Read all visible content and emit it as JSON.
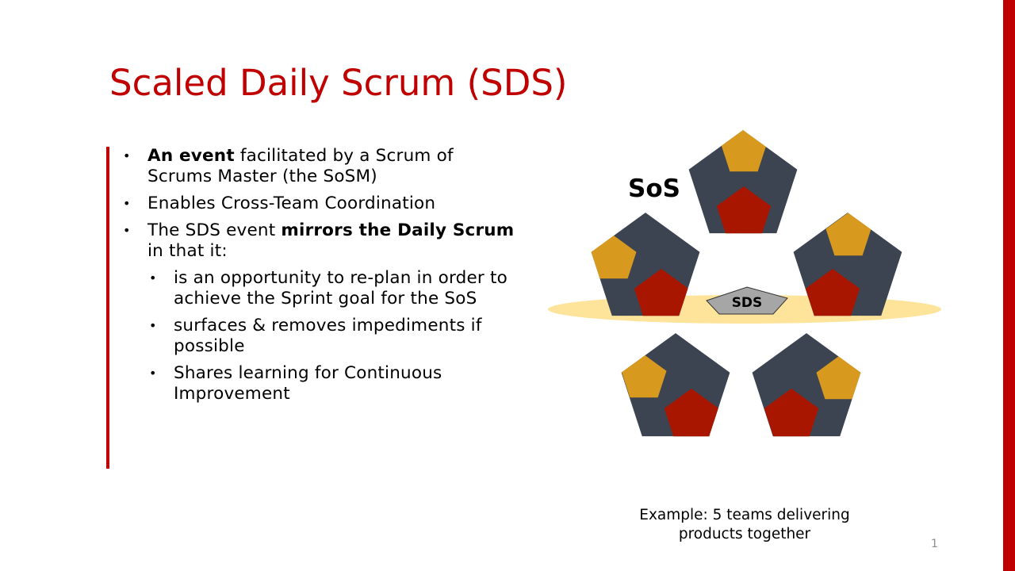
{
  "title": "Scaled Daily Scrum (SDS)",
  "bullets": [
    {
      "bold": "An event",
      "rest": " facilitated by a Scrum of Scrums Master (the SoSM)"
    },
    {
      "text": "Enables Cross-Team Coordination"
    },
    {
      "pre": "The SDS event ",
      "bold": "mirrors the Daily Scrum",
      "rest": " in that it:"
    }
  ],
  "sub_bullets": [
    "is an opportunity to re-plan in order to achieve the Sprint goal for the SoS",
    "surfaces & removes impediments if possible",
    "Shares learning for Continuous Improvement"
  ],
  "diagram": {
    "sos_label": "SoS",
    "sds_label": "SDS",
    "team_count": 5,
    "colors": {
      "team": "#3d4451",
      "orange": "#d89a1e",
      "red": "#a81600",
      "ellipse": "#fde49a",
      "sds": "#a6a6a6",
      "accent": "#c00000"
    }
  },
  "caption": "Example: 5 teams delivering products together",
  "page_number": "1"
}
